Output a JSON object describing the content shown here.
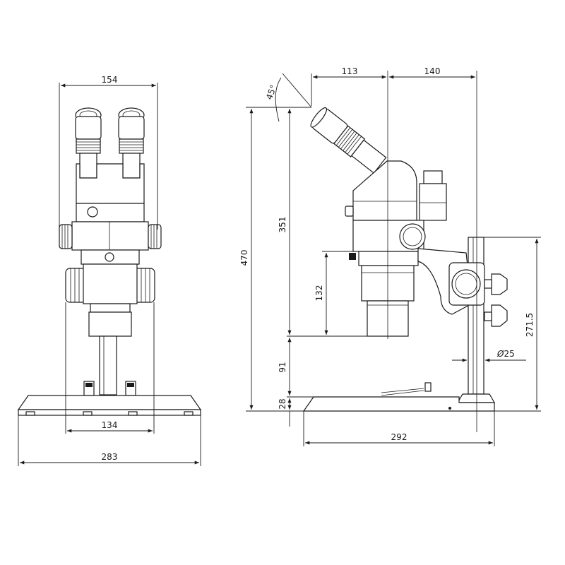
{
  "figure": {
    "front_view": {
      "dimensions": {
        "head_width": "154",
        "column_span": "134",
        "base_width": "283"
      }
    },
    "side_view": {
      "dimensions": {
        "tube_offset": "113",
        "column_offset": "140",
        "tilt_angle": "45°",
        "total_height": "470",
        "eyepiece_height": "351",
        "body_height": "132",
        "working_height": "91",
        "base_height": "28",
        "pillar_height": "271.5",
        "pillar_diameter": "25",
        "base_depth": "292"
      },
      "diameter_symbol": "Ø"
    }
  }
}
